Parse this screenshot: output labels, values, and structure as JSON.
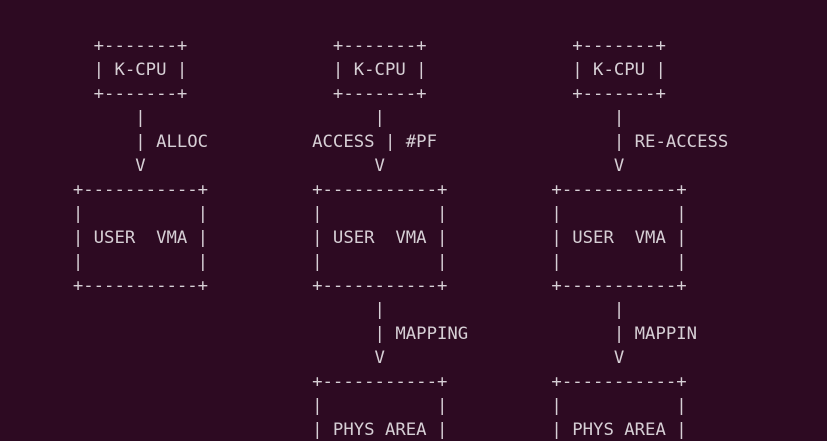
{
  "terminal": {
    "background_color": "#2d0a22",
    "foreground_color": "#d6cfd5",
    "columns": 78,
    "rows": 18
  },
  "diagram": {
    "title": "",
    "type": "ascii-art-flow-diagram",
    "columns": [
      {
        "name": "alloc-stage",
        "top_box_label": "K-CPU",
        "arrow_label": "ALLOC",
        "arrow_label_side": "right",
        "middle_box_label": "USER  VMA",
        "lower_arrow_label": "",
        "bottom_box_label": ""
      },
      {
        "name": "access-fault-stage",
        "top_box_label": "K-CPU",
        "arrow_label": "ACCESS | #PF",
        "arrow_label_side": "both",
        "middle_box_label": "USER  VMA",
        "lower_arrow_label": "MAPPING",
        "bottom_box_label": "PHYS AREA"
      },
      {
        "name": "re-access-stage",
        "top_box_label": "K-CPU",
        "arrow_label": "RE-ACCESS",
        "arrow_label_side": "right",
        "middle_box_label": "USER  VMA",
        "lower_arrow_label": "MAPPIN",
        "bottom_box_label": "PHYS AREA"
      }
    ],
    "glyphs": {
      "corner": "+",
      "horizontal": "-",
      "vertical": "|",
      "arrow_head": "V"
    },
    "art": "         +-------+              +-------+              +-------+\n         | K-CPU |              | K-CPU |              | K-CPU |\n         +-------+              +-------+              +-------+\n             |                      |                      |\n             | ALLOC          ACCESS | #PF                 | RE-ACCESS\n             V                      V                      V\n       +-----------+          +-----------+          +-----------+\n       |           |          |           |          |           |\n       | USER  VMA |          | USER  VMA |          | USER  VMA |\n       |           |          |           |          |           |\n       +-----------+          +-----------+          +-----------+\n                                    |                      |\n                                    | MAPPING              | MAPPIN\n                                    V                      V\n                              +-----------+          +-----------+\n                              |           |          |           |\n                              | PHYS AREA |          | PHYS AREA |\n                              |           |          |           |\n                              +-----------+          +-----------+"
  }
}
